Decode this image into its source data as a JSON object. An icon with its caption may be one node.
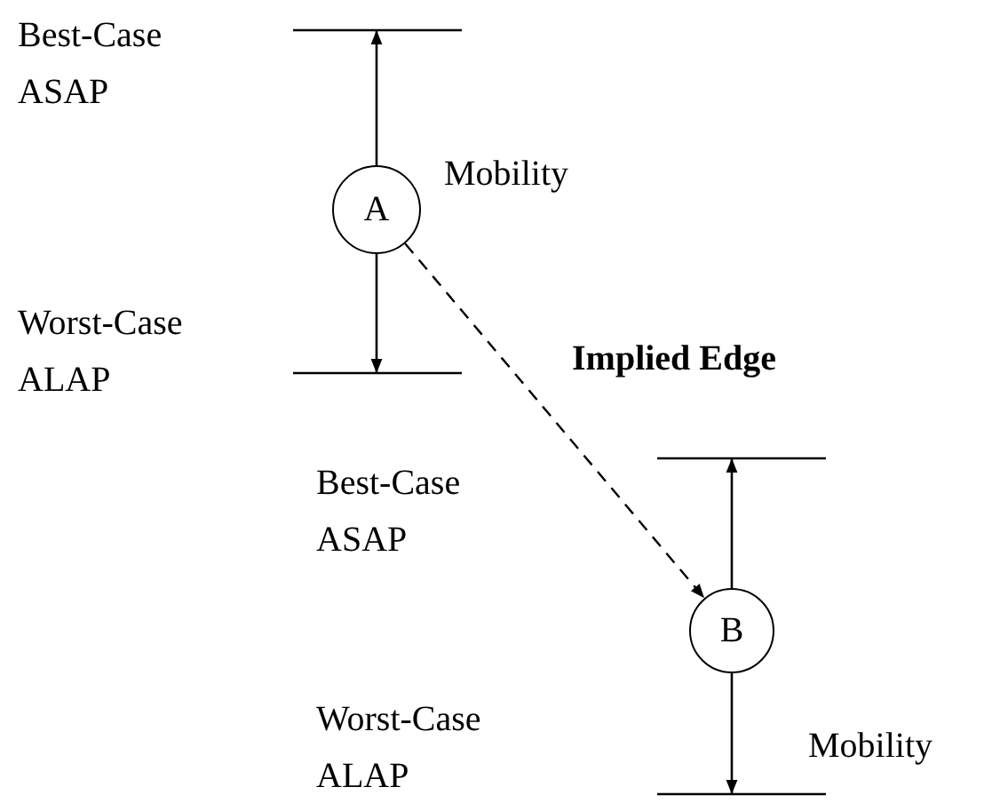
{
  "diagram": {
    "nodes": [
      {
        "text": [
          "A"
        ]
      },
      {
        "text": [
          "B"
        ]
      }
    ],
    "edges": [
      {
        "from": 0,
        "to": 1,
        "arrow": "to",
        "style": "dashed",
        "label": "Implied Edge"
      }
    ],
    "labels": [
      "Best-Case ASAP",
      "Mobility",
      "Worst-Case ALAP",
      "Best-Case ASAP",
      "Worst-Case ALAP",
      "Mobility"
    ]
  }
}
